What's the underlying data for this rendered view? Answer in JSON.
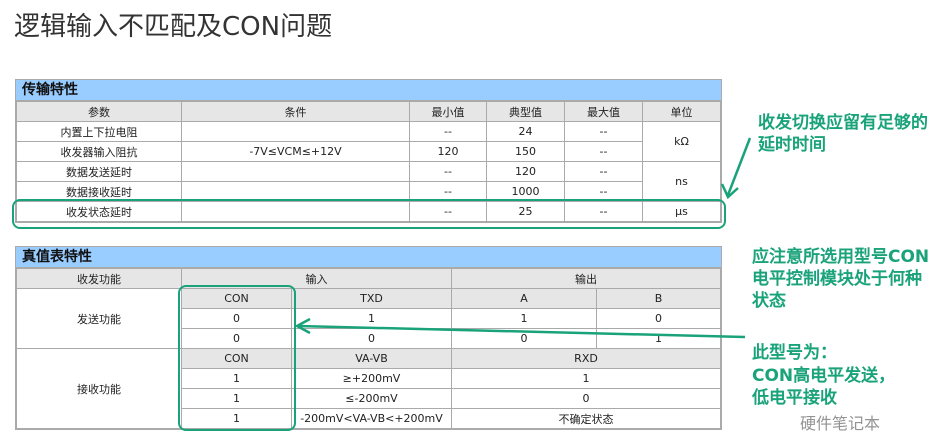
{
  "title": "逻辑输入不匹配及CON问题",
  "transfer": {
    "heading": "传输特性",
    "columns": [
      "参数",
      "条件",
      "最小值",
      "典型值",
      "最大值",
      "单位"
    ],
    "rows": [
      {
        "param": "内置上下拉电阻",
        "cond": "",
        "min": "--",
        "typ": "24",
        "max": "--"
      },
      {
        "param": "收发器输入阻抗",
        "cond": "-7V≤VCM≤+12V",
        "min": "120",
        "typ": "150",
        "max": "--"
      },
      {
        "param": "数据发送延时",
        "cond": "",
        "min": "--",
        "typ": "120",
        "max": "--"
      },
      {
        "param": "数据接收延时",
        "cond": "",
        "min": "--",
        "typ": "1000",
        "max": "--"
      },
      {
        "param": "收发状态延时",
        "cond": "",
        "min": "--",
        "typ": "25",
        "max": "--"
      }
    ],
    "units": [
      "kΩ",
      "ns",
      "μs"
    ]
  },
  "truth": {
    "heading": "真值表特性",
    "columns": [
      "收发功能",
      "输入",
      "输出"
    ],
    "send": {
      "label": "发送功能",
      "header": [
        "CON",
        "TXD",
        "A",
        "B"
      ],
      "rows": [
        [
          "0",
          "1",
          "1",
          "0"
        ],
        [
          "0",
          "0",
          "0",
          "1"
        ]
      ]
    },
    "recv": {
      "label": "接收功能",
      "header": [
        "CON",
        "VA-VB",
        "RXD"
      ],
      "rows": [
        [
          "1",
          "≥+200mV",
          "1"
        ],
        [
          "1",
          "≤-200mV",
          "0"
        ],
        [
          "1",
          "-200mV<VA-VB<+200mV",
          "不确定状态"
        ]
      ]
    }
  },
  "notes": {
    "n1": "收发切换应留有足够的延时时间",
    "n2": "应注意所选用型号CON电平控制模块处于何种状态",
    "n3a": "此型号为：",
    "n3b": "CON高电平发送，低电平接收"
  },
  "watermark": "硬件笔记本",
  "accent": "#1aa37a"
}
